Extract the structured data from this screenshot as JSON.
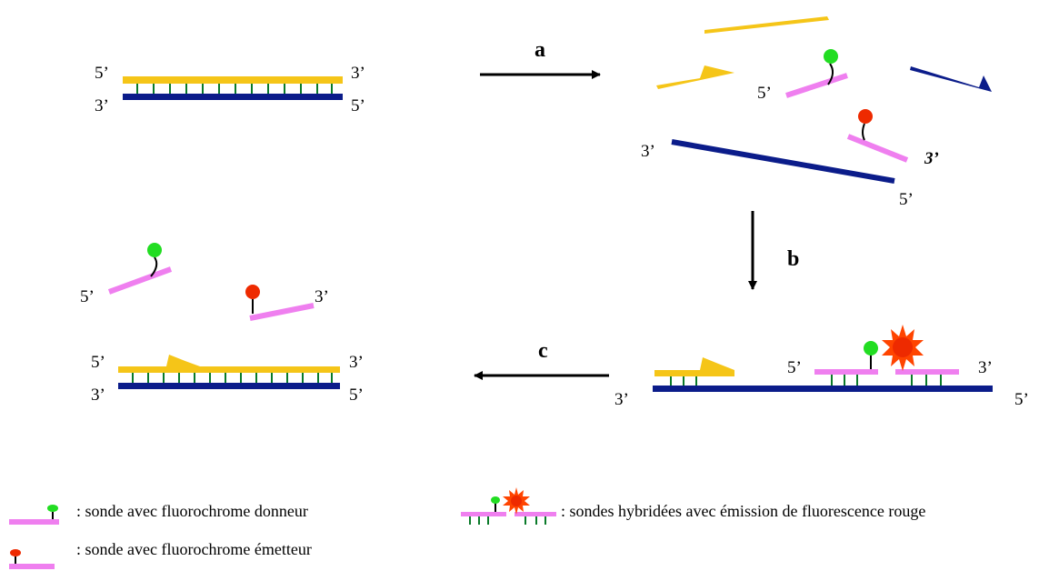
{
  "colors": {
    "primer_strand": "#f5c518",
    "template_strand": "#0b1c8a",
    "probe": "#ef7fef",
    "bond": "#0a7a2a",
    "donor_fluorophore": "#22dd22",
    "emitter_fluorophore": "#ee2a00",
    "emission": "#ff4400"
  },
  "labels": {
    "five_prime": "5’",
    "three_prime": "3’",
    "three_prime_alt": "3’"
  },
  "steps": {
    "a": "a",
    "b": "b",
    "c": "c"
  },
  "legend": {
    "donor_probe": ": sonde avec fluorochrome donneur",
    "emitter_probe": ": sonde avec fluorochrome émetteur",
    "hybridized_probes": ": sondes hybridées avec émission de fluorescence rouge"
  }
}
